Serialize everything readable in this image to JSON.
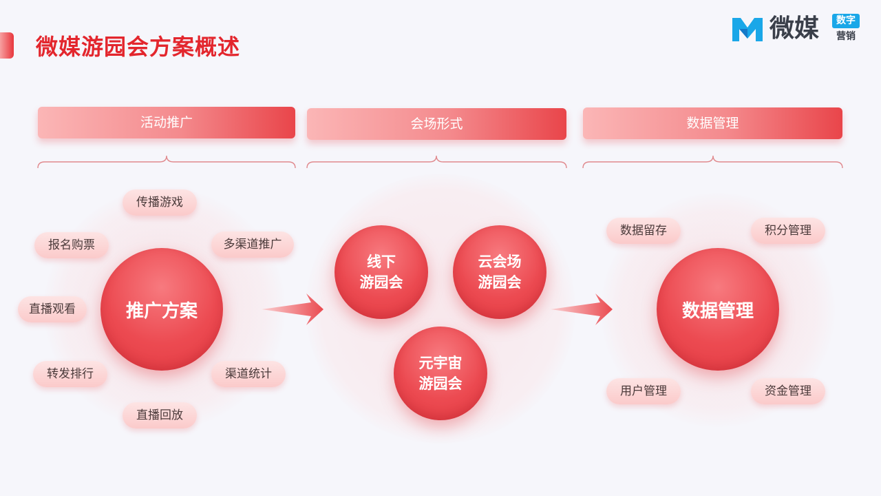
{
  "header": {
    "title": "微媒游园会方案概述",
    "logo": {
      "name": "微媒",
      "badge": "数字",
      "sub": "营销",
      "accent_color": "#1aa7e8"
    }
  },
  "columns": [
    {
      "banner": "活动推广"
    },
    {
      "banner": "会场形式"
    },
    {
      "banner": "数据管理"
    }
  ],
  "promotion": {
    "center": "推广方案",
    "items": [
      "传播游戏",
      "多渠道推广",
      "报名购票",
      "直播观看",
      "转发排行",
      "渠道统计",
      "直播回放"
    ]
  },
  "venue": {
    "offline": [
      "线下",
      "游园会"
    ],
    "cloud": [
      "云会场",
      "游园会"
    ],
    "metaverse": [
      "元宇宙",
      "游园会"
    ]
  },
  "data_mgmt": {
    "center": "数据管理",
    "items": [
      "数据留存",
      "积分管理",
      "用户管理",
      "资金管理"
    ]
  },
  "colors": {
    "primary_red": "#e3262d",
    "background": "#f6f6fb"
  }
}
